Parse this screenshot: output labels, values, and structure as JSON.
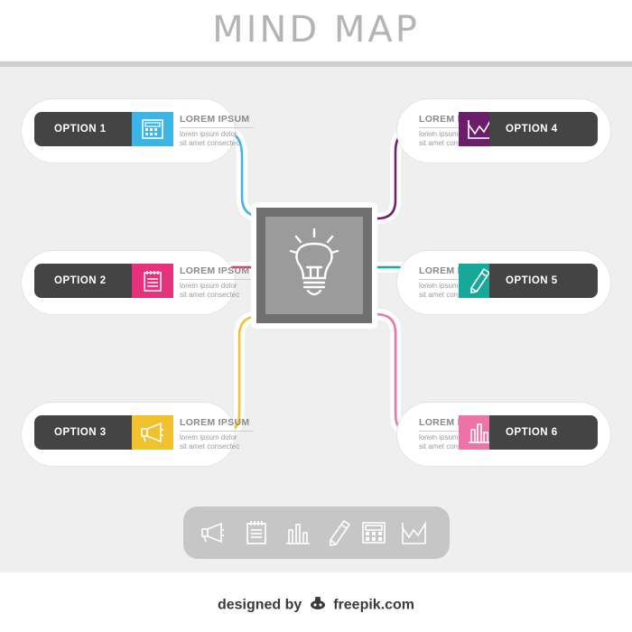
{
  "header": {
    "title": "MIND MAP"
  },
  "center": {
    "icon": "lightbulb-icon"
  },
  "options": [
    {
      "label": "OPTION 1",
      "heading": "LOREM IPSUM",
      "body_line1": "lorem ipsum dolor",
      "body_line2": "sit amet consectec",
      "icon": "calculator-icon",
      "color": "#3cb4e6"
    },
    {
      "label": "OPTION 2",
      "heading": "LOREM IPSUM",
      "body_line1": "lorem ipsum dolor",
      "body_line2": "sit amet consectec",
      "icon": "notepad-icon",
      "color": "#e6317d"
    },
    {
      "label": "OPTION 3",
      "heading": "LOREM IPSUM",
      "body_line1": "lorem ipsum dolor",
      "body_line2": "sit amet consectec",
      "icon": "megaphone-icon",
      "color": "#f2c12e"
    },
    {
      "label": "OPTION 4",
      "heading": "LOREM IPSUM",
      "body_line1": "lorem ipsum dolor",
      "body_line2": "sit amet consectec",
      "icon": "area-chart-icon",
      "color": "#6b1f6b"
    },
    {
      "label": "OPTION 5",
      "heading": "LOREM IPSUM",
      "body_line1": "lorem ipsum dolor",
      "body_line2": "sit amet consectec",
      "icon": "pencil-icon",
      "color": "#17a89a"
    },
    {
      "label": "OPTION 6",
      "heading": "LOREM IPSUM",
      "body_line1": "lorem ipsum dolor",
      "body_line2": "sit amet consectec",
      "icon": "bar-chart-icon",
      "color": "#ec74a8"
    }
  ],
  "toolbar": {
    "icons": [
      "megaphone-icon",
      "notepad-icon",
      "bar-chart-icon",
      "pencil-icon",
      "calculator-icon",
      "area-chart-icon"
    ]
  },
  "footer": {
    "prefix": "designed by",
    "brand": "freepik.com"
  }
}
